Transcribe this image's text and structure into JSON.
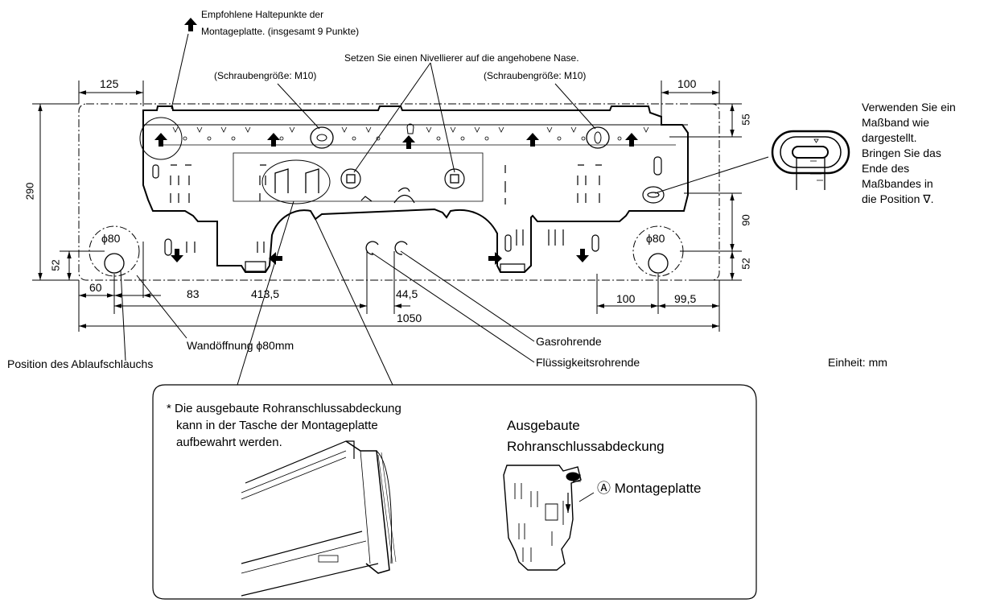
{
  "top": {
    "halte_line1": "Empfohlene Haltepunkte der",
    "halte_line2": "Montageplatte. (insgesamt 9 Punkte)",
    "nivellierer": "Setzen Sie einen Nivellierer auf die angehobene Nase.",
    "screw_left": "(Schraubengröße: M10)",
    "screw_right": "(Schraubengröße: M10)"
  },
  "dims": {
    "d125": "125",
    "d100_top": "100",
    "d55": "55",
    "d290": "290",
    "d90": "90",
    "d52_left": "52",
    "d52_right": "52",
    "phi80_left": "ϕ80",
    "phi80_right": "ϕ80",
    "d60": "60",
    "d83": "83",
    "d413_5": "413,5",
    "d44_5": "44,5",
    "d1050": "1050",
    "d100_bottom": "100",
    "d99_5": "99,5"
  },
  "callouts": {
    "wandoeffnung": "Wandöffnung ϕ80mm",
    "ablauf": "Position des Ablaufschlauchs",
    "gas": "Gasrohrende",
    "fluessig": "Flüssigkeitsrohrende",
    "einheit": "Einheit: mm"
  },
  "tape_note": [
    "Verwenden Sie ein",
    "Maßband wie",
    "dargestellt.",
    "Bringen Sie das",
    "Ende des",
    "Maßbandes in",
    "die Position ∇."
  ],
  "detail": {
    "note": [
      "* Die ausgebaute Rohranschlussabdeckung",
      "kann in der Tasche der Montageplatte",
      "aufbewahrt werden."
    ],
    "cover_label": [
      "Ausgebaute",
      "Rohranschlussabdeckung"
    ],
    "plate_label": "Ⓐ Montageplatte"
  }
}
